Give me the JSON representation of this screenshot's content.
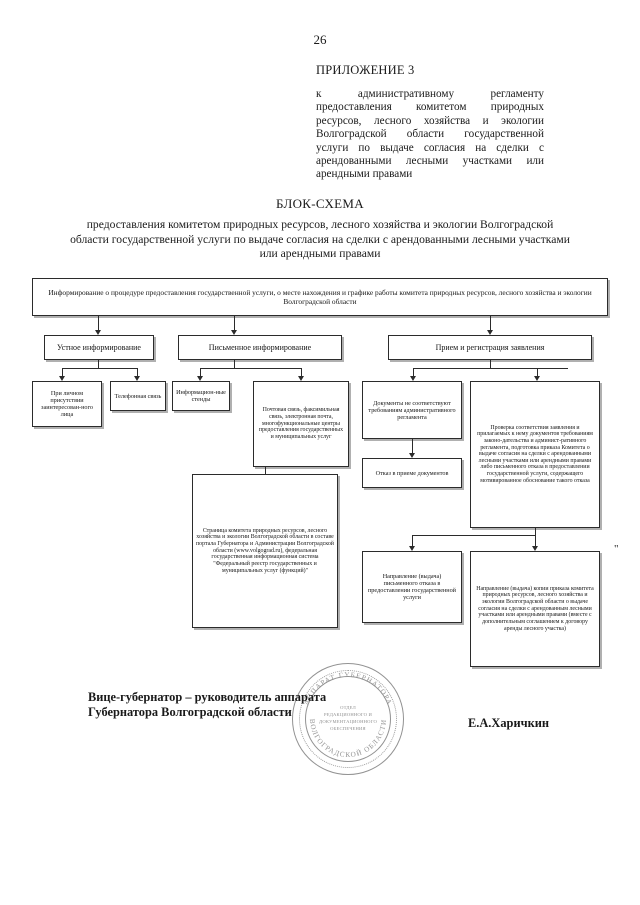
{
  "document": {
    "page_number": "26",
    "appendix_title": "ПРИЛОЖЕНИЕ 3",
    "appendix_reference": "к административному регламенту предоставления комитетом природных ресурсов, лесного хозяйства и экологии Волгоградской области государственной услуги по выдаче согласия на сделки с арендованными лесными участками или арендными правами",
    "title": "БЛОК-СХЕМА",
    "subtitle": "предоставления комитетом природных ресурсов, лесного хозяйства и экологии Волгоградской области государственной услуги по выдаче согласия на сделки с арендованными лесными участками или арендными правами",
    "trailing_quote": "\""
  },
  "flowchart": {
    "type": "flowchart",
    "nodes": {
      "root": "Информирование о процедуре предоставления государственной услуги, о месте нахождения и графике работы комитета природных ресурсов, лесного хозяйства и экологии Волгоградской области",
      "branch_oral": "Устное информирование",
      "branch_written": "Письменное информирование",
      "branch_intake": "Прием и регистрация заявления",
      "oral_in_person": "При личном присутствии заинтересован-ного лица",
      "oral_phone": "Телефонная связь",
      "written_stands": "Информацион-ные стенды",
      "written_mail": "Почтовая связь, факсимильная связь, электронная почта, многофункциональные центры предоставления государственных и муниципальных услуг",
      "written_portal": "Страница комитета природных ресурсов, лесного хозяйства и экологии Волгоградской области в составе портала Губернатора и Администрации Волгоградской области (www.volgograd.ru), федеральная государственная информационная система \"Федеральный реестр государственных и муниципальных услуг (функций)\"",
      "docs_noncompliant": "Документы не соответствуют требованиям административного регламента",
      "refusal_accept": "Отказ в приеме документов",
      "review": "Проверка соответствия заявления и прилагаемых к нему документов требованиям законо-дательства и админист-ративного регламента, подготовка приказа Комитета о выдаче согласия на сделки с арендованными лесными участками или арендными правами либо письменного отказа в предоставлении государственной услуги, содержащего мотивированное обоснование такого отказа",
      "send_refusal": "Направление (выдача) письменного отказа в предоставлении государственной услуги",
      "send_order": "Направление (выдача) копии приказа комитета природных ресурсов, лесного хозяйства и экологии Волгоградской области о выдаче согласия на сделки с арендованным лесными участками или арендными правами (вместе с дополнительным соглашением к договору аренды лесного участка)"
    }
  },
  "signature": {
    "position": "Вице-губернатор – руководитель аппарата  Губернатора Волгоградской области",
    "name": "Е.А.Харичкин"
  },
  "stamp": {
    "arc_top": "АППАРАТ ГУБЕРНАТОРА",
    "arc_bottom": "ВОЛГОГРАДСКОЙ ОБЛАСТИ",
    "line1": "ОТДЕЛ",
    "line2": "РЕДАКЦИОННОГО И",
    "line3": "ДОКУМЕНТАЦИОННОГО",
    "line4": "ОБЕСПЕЧЕНИЯ"
  }
}
